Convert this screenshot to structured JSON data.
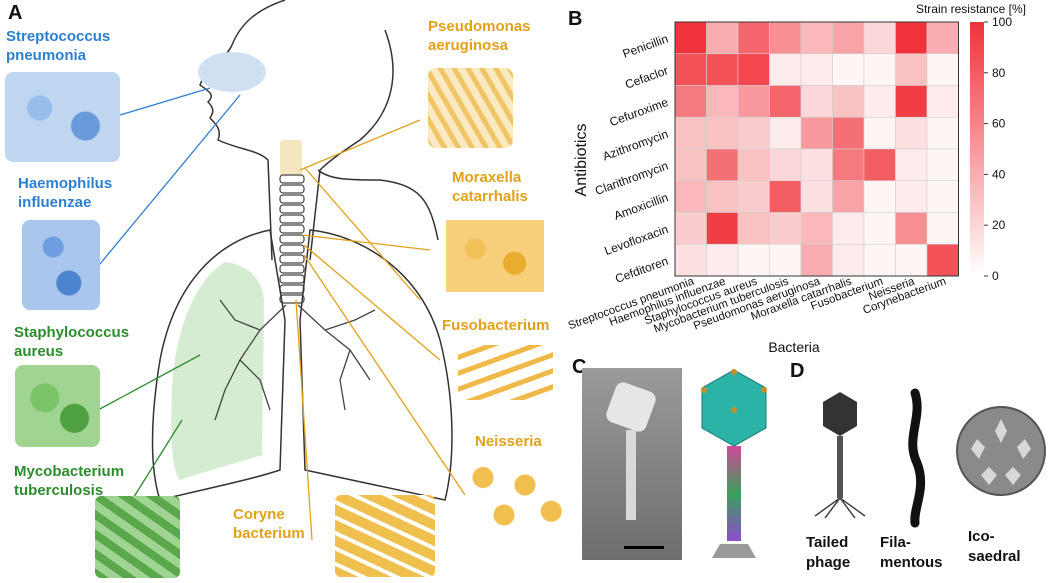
{
  "panels": {
    "a": "A",
    "b": "B",
    "c": "C",
    "d": "D"
  },
  "bacteria_labels": {
    "streptococcus": [
      "Streptococcus",
      "pneumonia"
    ],
    "haemophilus": [
      "Haemophilus",
      "influenzae"
    ],
    "staphylococcus": [
      "Staphylococcus",
      "aureus"
    ],
    "mycobacterium": [
      "Mycobacterium",
      "tuberculosis"
    ],
    "pseudomonas": [
      "Pseudomonas",
      "aeruginosa"
    ],
    "moraxella": [
      "Moraxella",
      "catarrhalis"
    ],
    "fusobacterium": [
      "Fusobacterium"
    ],
    "neisseria": [
      "Neisseria"
    ],
    "coryne": [
      "Coryne",
      "bacterium"
    ]
  },
  "colors": {
    "blue": "#2f7fd0",
    "green": "#2e8b2e",
    "orange": "#e0a11b",
    "heat_max": "#f0333a"
  },
  "phage_labels": {
    "tailed": [
      "Tailed",
      "phage"
    ],
    "filamentous": [
      "Fila-",
      "mentous"
    ],
    "icosaedral": [
      "Ico-",
      "saedral"
    ]
  },
  "chart_data": {
    "type": "heatmap",
    "ylabel": "Antibiotics",
    "xlabel": "Bacteria",
    "colorbar_label": "Strain resistance [%]",
    "colorbar_ticks": [
      0,
      20,
      40,
      60,
      80,
      100
    ],
    "rows": [
      "Penicillin",
      "Cefaclor",
      "Cefuroxime",
      "Azithromycin",
      "Clarithromycin",
      "Amoxicillin",
      "Levofloxacin",
      "Cefditoren"
    ],
    "columns": [
      "Streptococcus pneumonia",
      "Haemophilus influenzae",
      "Staphylococcus aureus",
      "Mycobacterium tuberculosis",
      "Pseudomonas aeruginosa",
      "Moraxella catarrhalis",
      "Fusobacterium",
      "Neisseria",
      "Corynebacterium"
    ],
    "values": [
      [
        100,
        40,
        75,
        55,
        35,
        45,
        20,
        100,
        40
      ],
      [
        85,
        85,
        90,
        10,
        10,
        5,
        5,
        30,
        5
      ],
      [
        65,
        35,
        50,
        75,
        20,
        30,
        10,
        95,
        10
      ],
      [
        30,
        30,
        25,
        10,
        50,
        70,
        5,
        15,
        5
      ],
      [
        30,
        70,
        30,
        20,
        15,
        65,
        80,
        10,
        5
      ],
      [
        35,
        30,
        25,
        80,
        15,
        45,
        5,
        10,
        5
      ],
      [
        25,
        95,
        30,
        25,
        35,
        10,
        5,
        55,
        5
      ],
      [
        15,
        10,
        5,
        5,
        40,
        10,
        5,
        5,
        85
      ]
    ],
    "vrange": [
      0,
      100
    ]
  }
}
